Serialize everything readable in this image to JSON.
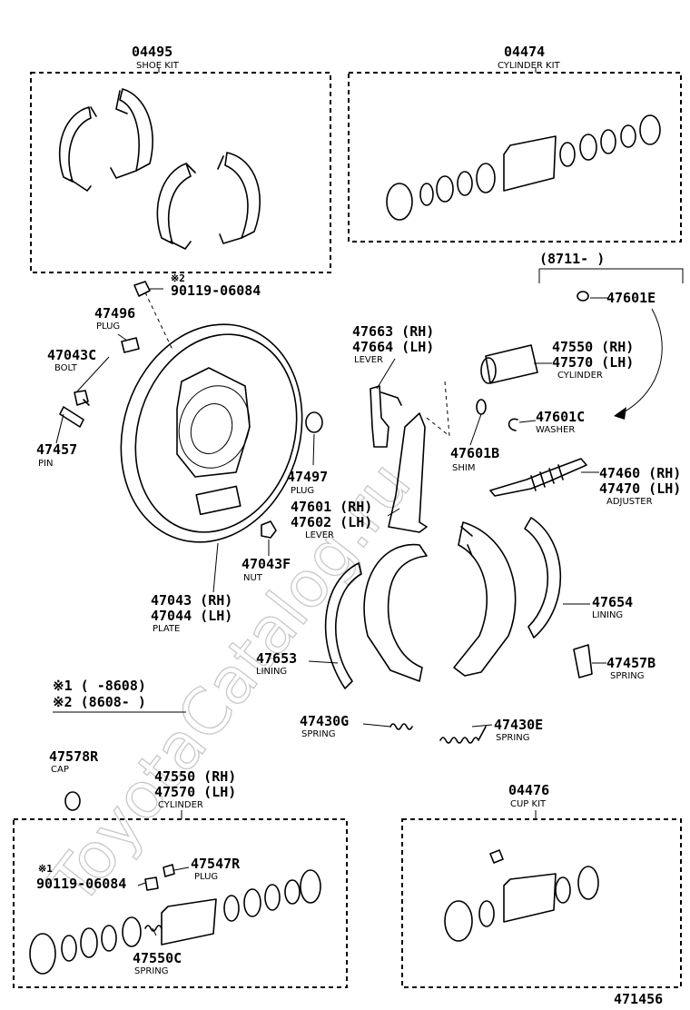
{
  "watermark": "ToyotaCatalog.ru",
  "figure_number": "471456",
  "kits": {
    "shoe_kit": {
      "number": "04495",
      "name": "SHOE KIT"
    },
    "cylinder_kit": {
      "number": "04474",
      "name": "CYLINDER KIT"
    },
    "cup_kit": {
      "number": "04476",
      "name": "CUP KIT"
    }
  },
  "date_range_box": "(8711-        )",
  "footnotes": {
    "n1": "※1 (       -8608)",
    "n2": "※2 (8608-       )"
  },
  "labels": {
    "bolt_note": "※2",
    "bolt_90119_top": "90119-06084",
    "plug_47496": "47496",
    "plug_47496_name": "PLUG",
    "bolt_47043c": "47043C",
    "bolt_47043c_name": "BOLT",
    "pin_47457": "47457",
    "pin_47457_name": "PIN",
    "plug_47497": "47497",
    "plug_47497_name": "PLUG",
    "nut_47043f": "47043F",
    "nut_47043f_name": "NUT",
    "plate_rh": "47043 (RH)",
    "plate_lh": "47044 (LH)",
    "plate_name": "PLATE",
    "lever_47663": "47663 (RH)",
    "lever_47664": "47664 (LH)",
    "lever_upper_name": "LEVER",
    "lever_47601": "47601 (RH)",
    "lever_47602": "47602 (LH)",
    "lever_lower_name": "LEVER",
    "shim_47601b": "47601B",
    "shim_name": "SHIM",
    "part_47601e": "47601E",
    "cyl_upper_rh": "47550 (RH)",
    "cyl_upper_lh": "47570 (LH)",
    "cyl_upper_name": "CYLINDER",
    "washer_47601c": "47601C",
    "washer_name": "WASHER",
    "adjuster_rh": "47460 (RH)",
    "adjuster_lh": "47470 (LH)",
    "adjuster_name": "ADJUSTER",
    "lining_47654": "47654",
    "lining_47654_name": "LINING",
    "lining_47653": "47653",
    "lining_47653_name": "LINING",
    "spring_47457b": "47457B",
    "spring_47457b_name": "SPRING",
    "spring_47430g": "47430G",
    "spring_47430g_name": "SPRING",
    "spring_47430e": "47430E",
    "spring_47430e_name": "SPRING",
    "cap_47578r": "47578R",
    "cap_name": "CAP",
    "cyl_lower_rh": "47550 (RH)",
    "cyl_lower_lh": "47570 (LH)",
    "cyl_lower_name": "CYLINDER",
    "bolt_note_lower": "※1",
    "bolt_90119_lower": "90119-06084",
    "plug_47547r": "47547R",
    "plug_47547r_name": "PLUG",
    "spring_47550c": "47550C",
    "spring_47550c_name": "SPRING"
  }
}
